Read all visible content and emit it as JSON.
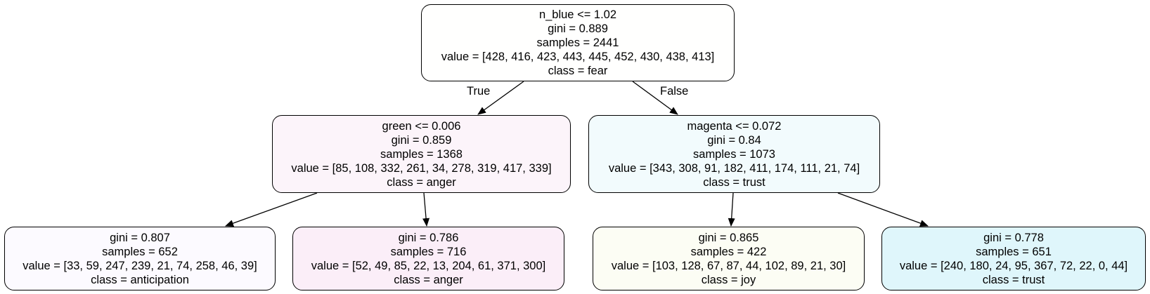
{
  "nodes": {
    "root": {
      "split": "n_blue <= 1.02",
      "gini": "gini = 0.889",
      "samples": "samples = 2441",
      "value": "value = [428, 416, 423, 443, 445, 452, 430, 438, 413]",
      "class": "class = fear",
      "fill": "#fffffe"
    },
    "left": {
      "split": "green <= 0.006",
      "gini": "gini = 0.859",
      "samples": "samples = 1368",
      "value": "value = [85, 108, 332, 261, 34, 278, 319, 417, 339]",
      "class": "class = anger",
      "fill": "#fcf4fa"
    },
    "right": {
      "split": "magenta <= 0.072",
      "gini": "gini = 0.84",
      "samples": "samples = 1073",
      "value": "value = [343, 308, 91, 182, 411, 174, 111, 21, 74]",
      "class": "class = trust",
      "fill": "#f2fbfd"
    },
    "left_left": {
      "gini": "gini = 0.807",
      "samples": "samples = 652",
      "value": "value = [33, 59, 247, 239, 21, 74, 258, 46, 39]",
      "class": "class = anticipation",
      "fill": "#fcfaff"
    },
    "left_right": {
      "gini": "gini = 0.786",
      "samples": "samples = 716",
      "value": "value = [52, 49, 85, 22, 13, 204, 61, 371, 300]",
      "class": "class = anger",
      "fill": "#fbeef8"
    },
    "right_left": {
      "gini": "gini = 0.865",
      "samples": "samples = 422",
      "value": "value = [103, 128, 67, 87, 44, 102, 89, 21, 30]",
      "class": "class = joy",
      "fill": "#fcfdf4"
    },
    "right_right": {
      "gini": "gini = 0.778",
      "samples": "samples = 651",
      "value": "value = [240, 180, 24, 95, 367, 72, 22, 0, 44]",
      "class": "class = trust",
      "fill": "#dff6fb"
    }
  },
  "edge_labels": {
    "true": "True",
    "false": "False"
  },
  "colors": {
    "border": "#000000",
    "edge": "#000000",
    "background": "#ffffff"
  }
}
